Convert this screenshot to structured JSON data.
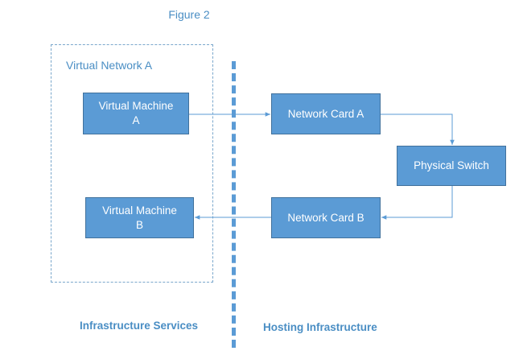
{
  "figure_title": "Figure 2",
  "virtual_network_label": "Virtual Network A",
  "nodes": {
    "vm_a": "Virtual Machine\nA",
    "vm_b": "Virtual Machine\nB",
    "nic_a": "Network Card A",
    "nic_b": "Network Card B",
    "physical_switch": "Physical Switch"
  },
  "sections": {
    "left": "Infrastructure Services",
    "right": "Hosting Infrastructure"
  },
  "colors": {
    "node_fill": "#5b9bd5",
    "node_border": "#41719c",
    "text_accent": "#4a8ec4",
    "connector": "#5b9bd5"
  },
  "edges": [
    {
      "from": "Virtual Machine A",
      "to": "Network Card A"
    },
    {
      "from": "Network Card A",
      "to": "Physical Switch"
    },
    {
      "from": "Physical Switch",
      "to": "Network Card B"
    },
    {
      "from": "Network Card B",
      "to": "Virtual Machine B"
    }
  ]
}
